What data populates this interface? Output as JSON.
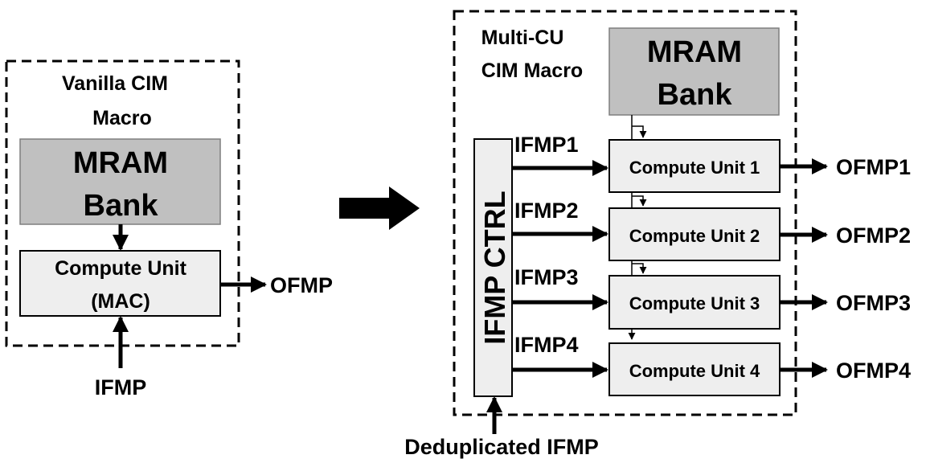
{
  "left_macro": {
    "title_line1": "Vanilla CIM",
    "title_line2": "Macro",
    "bank_line1": "MRAM",
    "bank_line2": "Bank",
    "compute_line1": "Compute Unit",
    "compute_line2": "(MAC)",
    "output_label": "OFMP",
    "input_label": "IFMP"
  },
  "right_macro": {
    "title_line1": "Multi-CU",
    "title_line2": "CIM Macro",
    "bank_line1": "MRAM",
    "bank_line2": "Bank",
    "ctrl_label": "IFMP CTRL",
    "input_label": "Deduplicated IFMP",
    "units": [
      {
        "input": "IFMP1",
        "name": "Compute Unit 1",
        "output": "OFMP1"
      },
      {
        "input": "IFMP2",
        "name": "Compute Unit 2",
        "output": "OFMP2"
      },
      {
        "input": "IFMP3",
        "name": "Compute Unit 3",
        "output": "OFMP3"
      },
      {
        "input": "IFMP4",
        "name": "Compute Unit 4",
        "output": "OFMP4"
      }
    ]
  },
  "colors": {
    "bank_fill": "#c0c0c0",
    "unit_fill": "#eeeeee",
    "stroke": "#000000"
  }
}
